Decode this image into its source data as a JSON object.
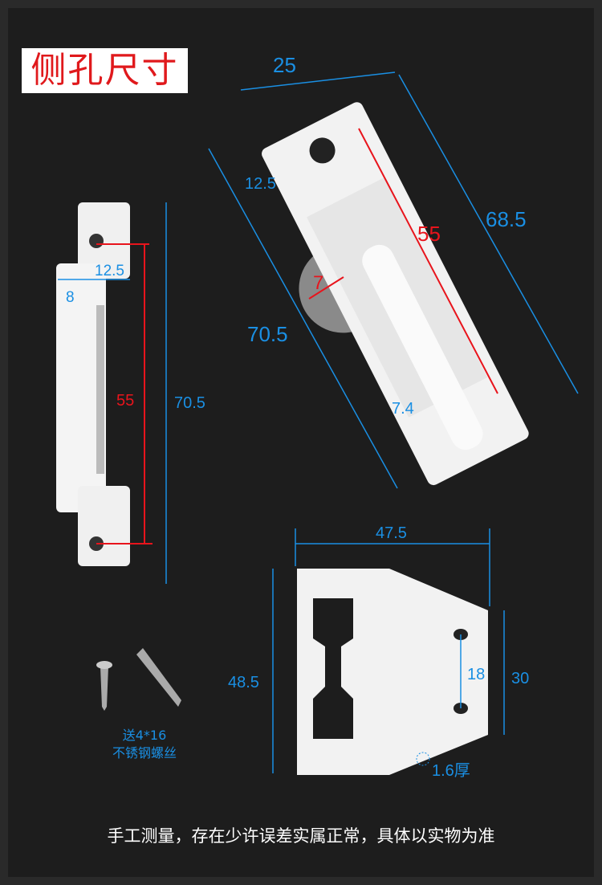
{
  "title": "侧孔尺寸",
  "dimensions": {
    "top_width": "25",
    "top_length": "68.5",
    "top_total": "70.5",
    "top_offset": "12.5",
    "hole_spacing": "55",
    "handle": "7",
    "bottom_offset": "7.4",
    "side_offset": "12.5",
    "side_width": "8",
    "side_holes": "55",
    "side_total": "70.5",
    "plate_width": "47.5",
    "plate_height": "48.5",
    "plate_right_height": "30",
    "plate_holes": "18",
    "thickness": "1.6厚"
  },
  "screw_note": {
    "line1": "送4*16",
    "line2": "不锈钢螺丝"
  },
  "footer": "手工测量，存在少许误差实属正常，具体以实物为准",
  "colors": {
    "dimension": "#1a8fe3",
    "hole_dim": "#e8141c",
    "background": "#1d1d1d"
  }
}
